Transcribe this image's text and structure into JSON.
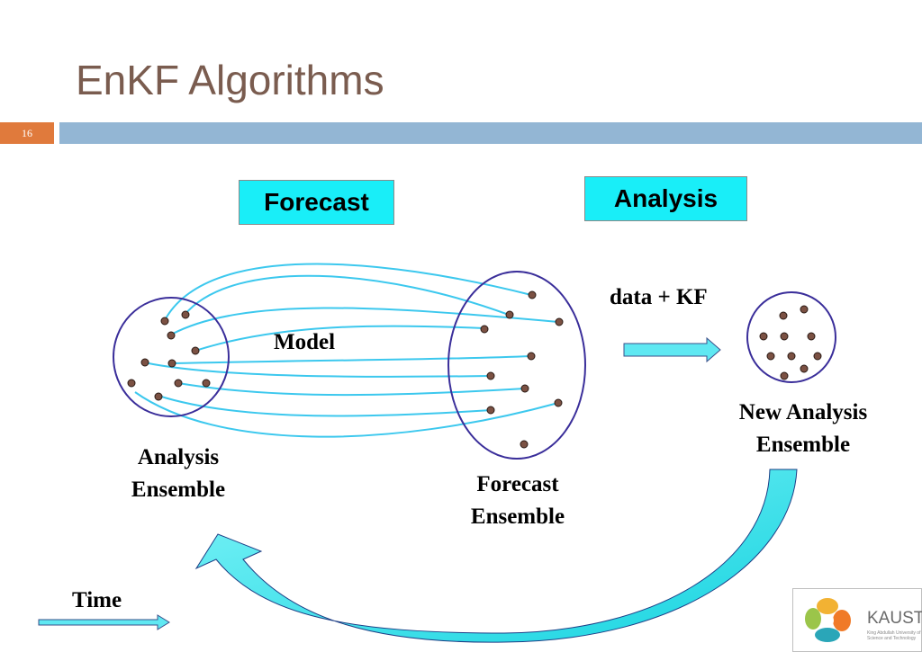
{
  "slide": {
    "title": "EnKF Algorithms",
    "number": "16"
  },
  "boxes": {
    "forecast": "Forecast",
    "analysis": "Analysis"
  },
  "labels": {
    "model": "Model",
    "data_kf": "data + KF",
    "analysis_ensemble_line1": "Analysis",
    "analysis_ensemble_line2": "Ensemble",
    "forecast_ensemble_line1": "Forecast",
    "forecast_ensemble_line2": "Ensemble",
    "new_analysis_line1": "New Analysis",
    "new_analysis_line2": "Ensemble",
    "time": "Time"
  },
  "logo": {
    "name": "KAUST",
    "subtitle": "King Abdullah University of Science and Technology"
  },
  "colors": {
    "title": "#7a5c4f",
    "slide_number_bg": "#e07a3c",
    "header_bar": "#93b6d4",
    "box_fill": "#19eef8",
    "trajectory": "#3cc8ee",
    "ellipse": "#3a2e9a",
    "point": "#7b5143",
    "arrow_fill": "#5fe8f2"
  }
}
